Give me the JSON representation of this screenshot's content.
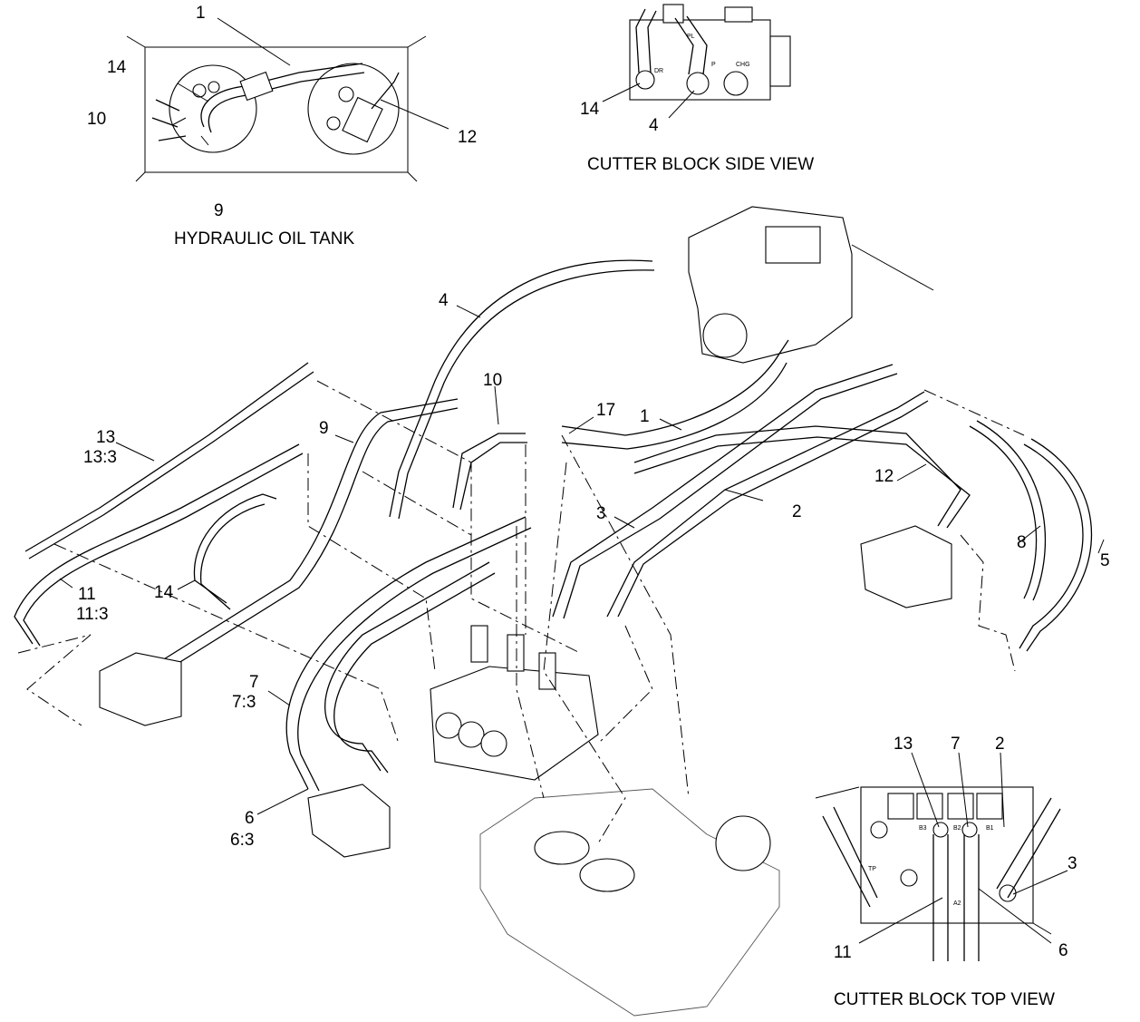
{
  "captions": {
    "hydraulic_oil_tank": "HYDRAULIC OIL TANK",
    "cutter_block_side_view": "CUTTER BLOCK SIDE VIEW",
    "cutter_block_top_view": "CUTTER BLOCK TOP VIEW"
  },
  "tank_view_callouts": [
    "1",
    "14",
    "10",
    "12",
    "9"
  ],
  "side_view_callouts": [
    "14",
    "4"
  ],
  "side_view_port_marks": [
    "PL",
    "DR",
    "P",
    "CHG"
  ],
  "main_callouts": [
    "4",
    "10",
    "17",
    "1",
    "9",
    "13",
    "13:3",
    "12",
    "2",
    "3",
    "8",
    "5",
    "14",
    "11",
    "11:3",
    "7",
    "7:3",
    "6",
    "6:3"
  ],
  "top_view_callouts": [
    "13",
    "7",
    "2",
    "3",
    "11",
    "6"
  ],
  "top_view_port_marks": [
    "B3",
    "B2",
    "B1",
    "TP",
    "A2"
  ]
}
